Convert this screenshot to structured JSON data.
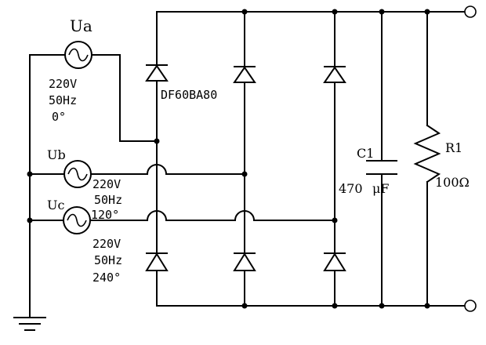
{
  "sources": {
    "ua": {
      "name": "Ua",
      "voltage": "220V",
      "freq": "50Hz",
      "phase": "0°"
    },
    "ub": {
      "name": "Ub",
      "voltage": "220V",
      "freq": "50Hz",
      "phase": "120°"
    },
    "uc": {
      "name": "Uc",
      "voltage": "220V",
      "freq": "50Hz",
      "phase": "240°"
    }
  },
  "bridge": {
    "label": "DF60BA80"
  },
  "capacitor": {
    "name": "C1",
    "value": "470",
    "unit": "μF"
  },
  "resistor": {
    "name": "R1",
    "value": "100Ω"
  }
}
